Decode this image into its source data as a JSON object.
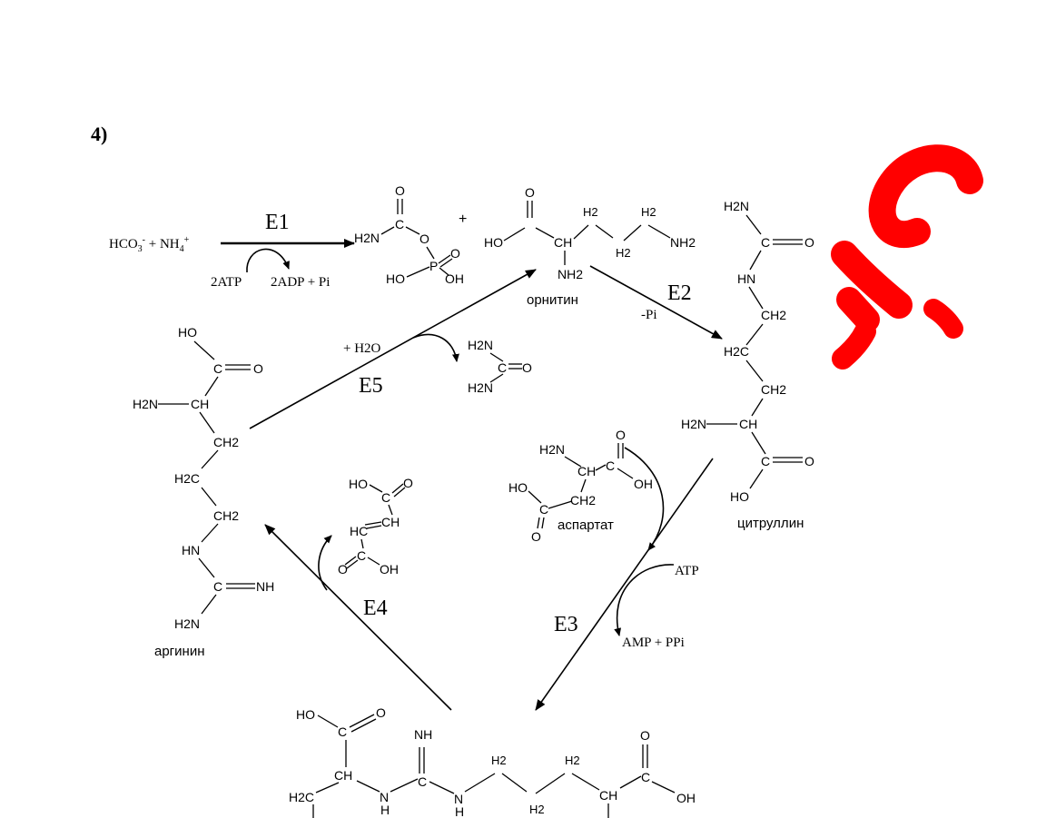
{
  "panel_label": "4)",
  "reactants": {
    "bicarbonate": "HCO",
    "sub3": "3",
    "chg_minus": "-",
    "plus": " + NH",
    "sub4": "4",
    "chg_plus": "+"
  },
  "plus_sign": "+",
  "enzymes": {
    "e1": "E1",
    "e2": "E2",
    "e3": "E3",
    "e4": "E4",
    "e5": "E5"
  },
  "cofactors": {
    "e1_in": "2ATP",
    "e1_out": "2ADP + Pi",
    "e2_out": "-Pi",
    "e3_in": "ATP",
    "e3_out": "AMP + PPi",
    "e5_in": "+ H2O"
  },
  "compound_names": {
    "ornithine": "орнитин",
    "citrulline": "цитруллин",
    "aspartate": "аспартат",
    "arginine": "аргинин"
  },
  "atoms": {
    "O": "O",
    "C": "C",
    "H2N": "H2N",
    "NH2": "NH2",
    "HO": "HO",
    "OH": "OH",
    "P": "P",
    "CH": "CH",
    "CH2": "CH2",
    "H2": "H2",
    "H2C": "H2C",
    "HN": "HN",
    "NH": "NH",
    "N": "N",
    "H": "H",
    "HC": "HC",
    "I": "I"
  },
  "colors": {
    "watermark": "#ff0000",
    "ink": "#000000"
  }
}
